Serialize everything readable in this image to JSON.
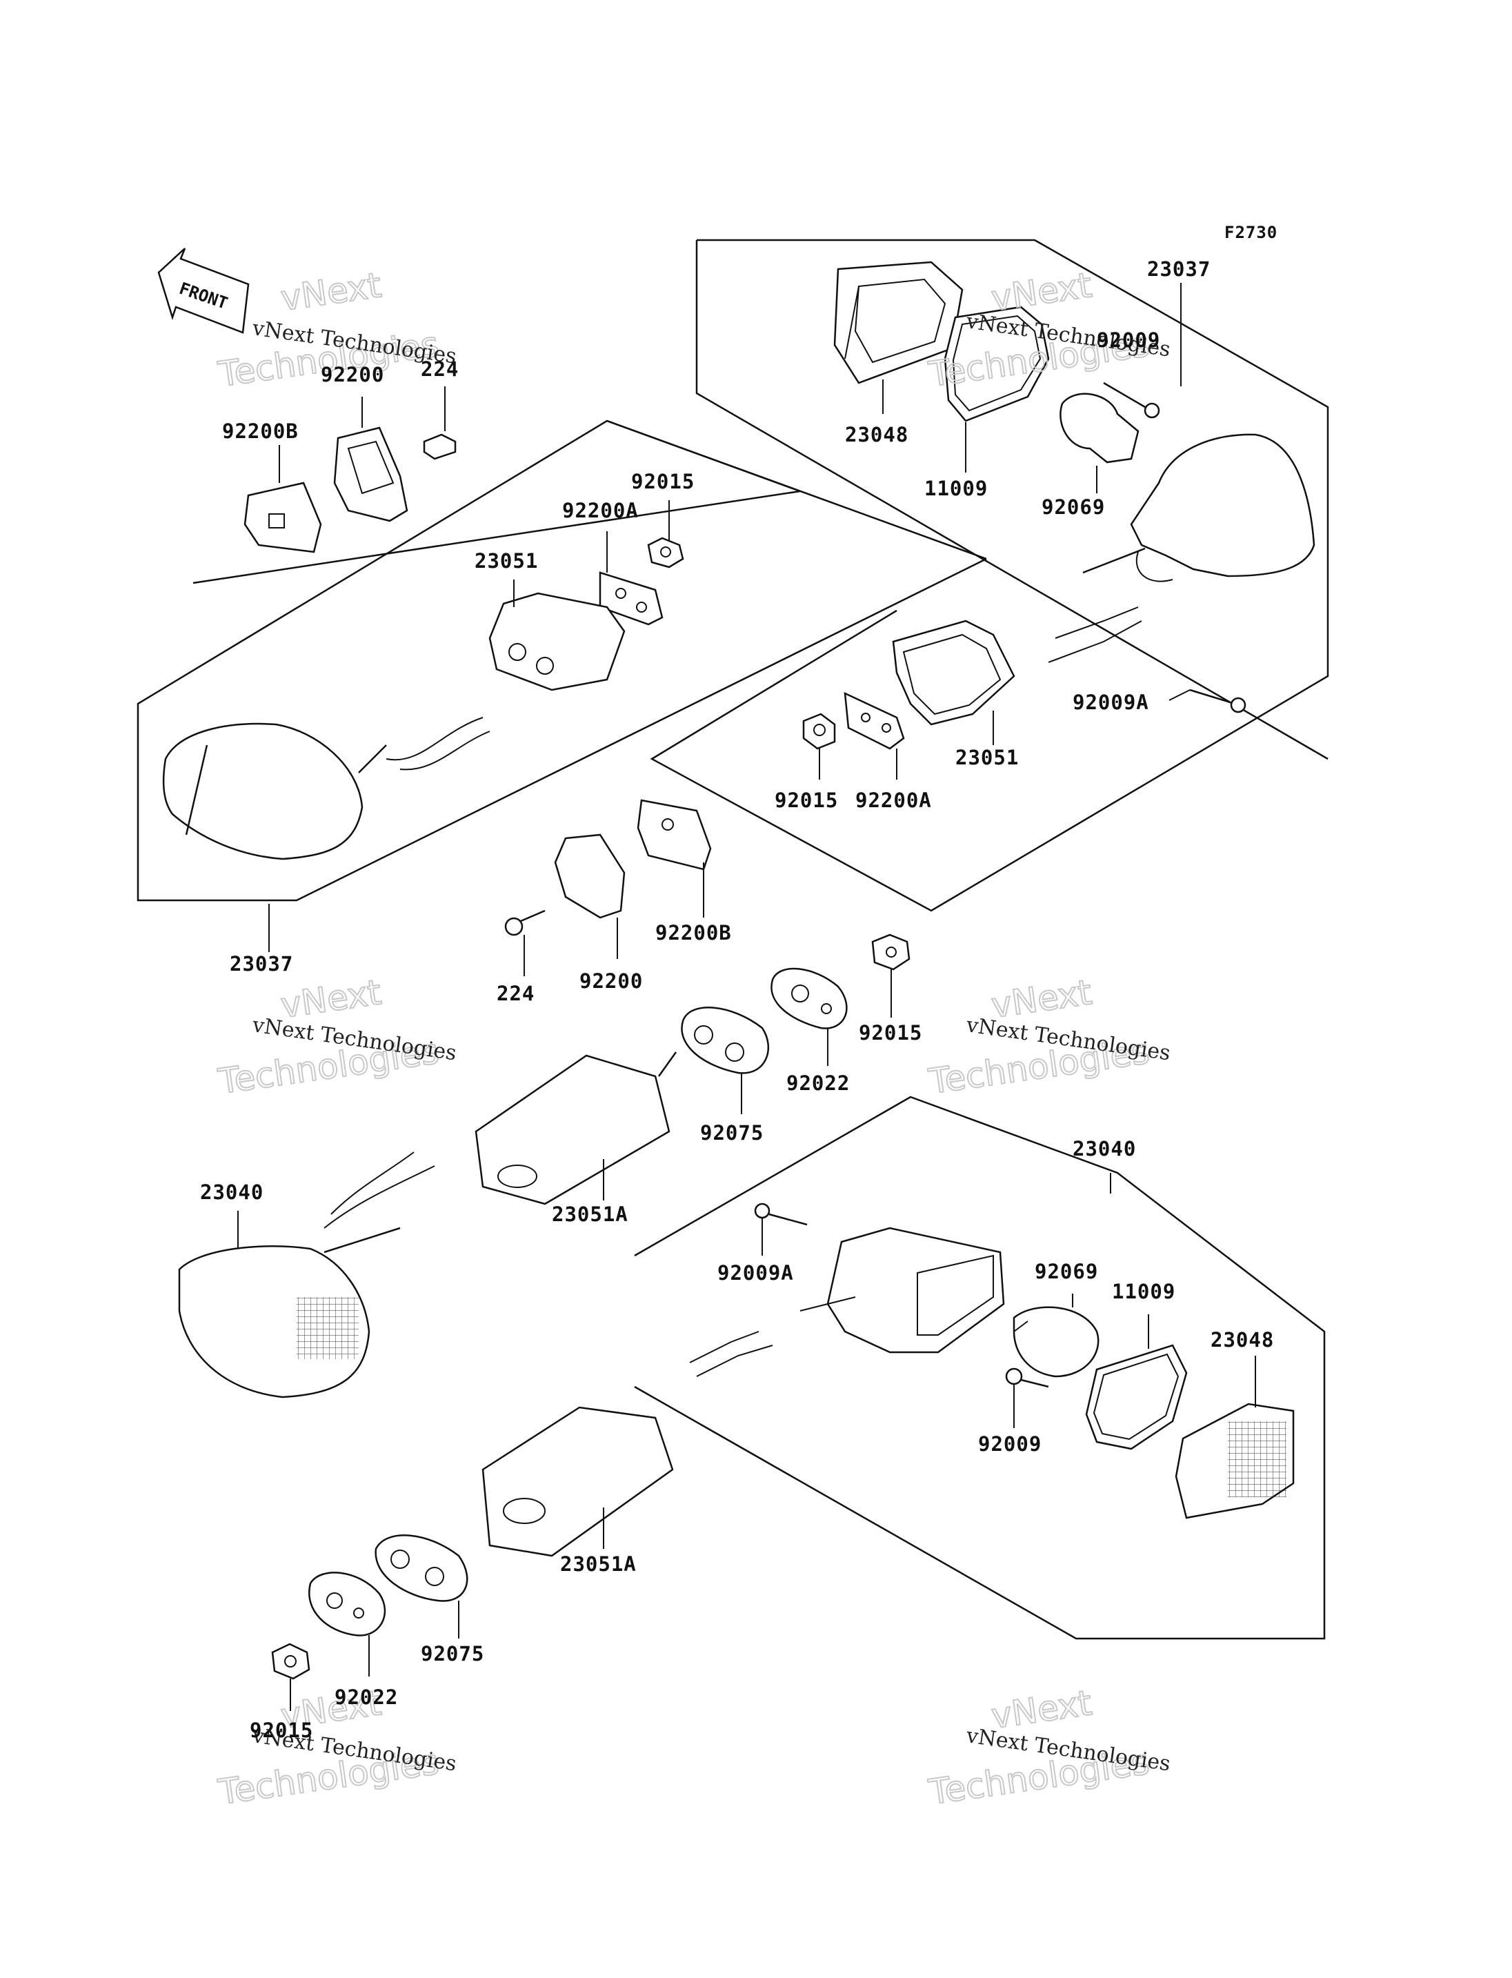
{
  "figure_code": "F2730",
  "front_label": "FRONT",
  "watermark": {
    "company": "vNext Technologies",
    "big_line1": "vNext",
    "big_line2": "Technologies"
  },
  "parts": {
    "p23037_top": "23037",
    "p92009_top": "92009",
    "p23048_top": "23048",
    "p11009_top": "11009",
    "p92069_top": "92069",
    "p92009A_top": "92009A",
    "p23051_right": "23051",
    "p92015_right": "92015",
    "p92200A_right": "92200A",
    "p92200_top": "92200",
    "p224_top": "224",
    "p92200B_top": "92200B",
    "p92015_mid": "92015",
    "p92200A_mid": "92200A",
    "p23051_mid": "23051",
    "p23037_left": "23037",
    "p92200B_mid": "92200B",
    "p224_mid": "224",
    "p92200_mid": "92200",
    "p92015_midright": "92015",
    "p92022_mid": "92022",
    "p92075_mid": "92075",
    "p23040_left": "23040",
    "p23051A_mid": "23051A",
    "p23040_right": "23040",
    "p92009A_bot": "92009A",
    "p92069_bot": "92069",
    "p11009_bot": "11009",
    "p23048_bot": "23048",
    "p92009_bot": "92009",
    "p23051A_bot": "23051A",
    "p92075_bot": "92075",
    "p92022_bot": "92022",
    "p92015_bot": "92015"
  }
}
